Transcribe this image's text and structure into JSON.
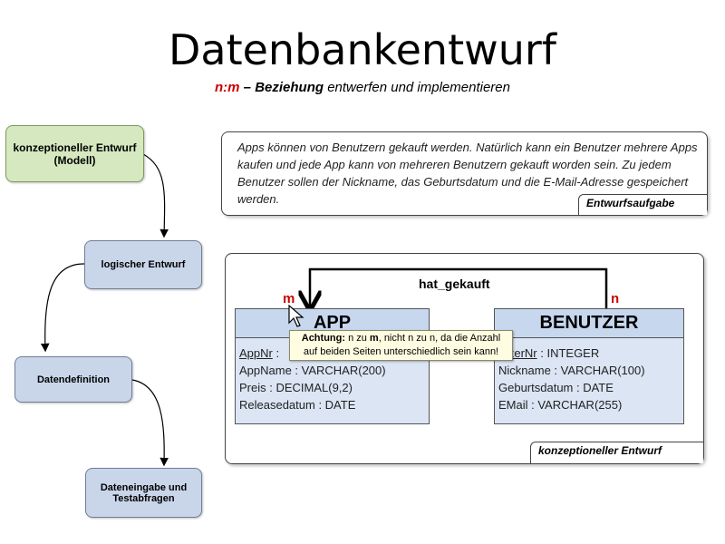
{
  "header": {
    "title": "Datenbankentwurf",
    "subtitle_nm": "n:m",
    "subtitle_dash": " – ",
    "subtitle_bold": "Beziehung",
    "subtitle_rest": " entwerfen und implementieren"
  },
  "steps": {
    "s1": "konzeptioneller Entwurf (Modell)",
    "s2": "logischer Entwurf",
    "s3": "Datendefinition",
    "s4": "Dateneingabe und Testabfragen"
  },
  "task": {
    "text": "Apps können von Benutzern gekauft werden. Natürlich kann ein Benutzer mehrere Apps kaufen und jede App kann von mehreren Benutzern gekauft worden sein. Zu jedem Benutzer sollen der Nickname, das Geburtsdatum und die E-Mail-Adresse gespeichert werden.",
    "tag": "Entwurfsaufgabe"
  },
  "diagram": {
    "tag": "konzeptioneller Entwurf",
    "relationship": "hat_gekauft",
    "card_left": "m",
    "card_right": "n",
    "app": {
      "name": "APP",
      "pk_name": "AppNr",
      "pk_rest": " :",
      "attr2": "AppName : VARCHAR(200)",
      "attr3": "Preis : DECIMAL(9,2)",
      "attr4": "Releasedatum : DATE"
    },
    "benutzer": {
      "name": "BENUTZER",
      "pk_name": "utzerNr",
      "pk_rest": " : INTEGER",
      "attr2": "Nickname : VARCHAR(100)",
      "attr3": "Geburtsdatum : DATE",
      "attr4": "EMail : VARCHAR(255)"
    }
  },
  "tooltip": {
    "bold": "Achtung:",
    "part1": " n zu ",
    "m": "m",
    "part2": ", nicht n zu n, da die Anzahl",
    "line2": "auf beiden Seiten unterschiedlich sein kann!"
  },
  "colors": {
    "accent_red": "#cc0000",
    "step_blue": "#c9d6ea",
    "step_green": "#d5e8bf",
    "entity_fill": "#dbe5f4"
  }
}
